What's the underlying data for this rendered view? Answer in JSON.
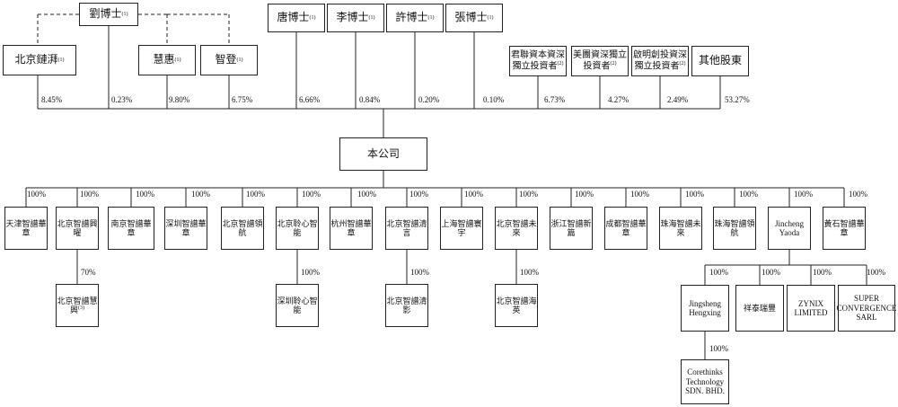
{
  "shareholders_top": [
    {
      "name": "劉博士",
      "note": "(1)"
    },
    {
      "name": "唐博士",
      "note": "(1)"
    },
    {
      "name": "李博士",
      "note": "(1)"
    },
    {
      "name": "許博士",
      "note": "(1)"
    },
    {
      "name": "張博士",
      "note": "(1)"
    }
  ],
  "shareholders_mid": [
    {
      "name": "北京鏈湃",
      "note": "(1)"
    },
    {
      "name": "慧惠",
      "note": "(1)"
    },
    {
      "name": "智登",
      "note": "(1)"
    },
    {
      "name": "君聯資本資深獨立投資者",
      "note": "(2)"
    },
    {
      "name": "美團資深獨立投資者",
      "note": "(2)"
    },
    {
      "name": "啟明創投資深獨立投資者",
      "note": "(2)"
    },
    {
      "name": "其他股東",
      "note": ""
    }
  ],
  "holder_pcts": [
    "8.45%",
    "0.23%",
    "9.80%",
    "6.75%",
    "6.66%",
    "0.84%",
    "0.20%",
    "0.10%",
    "6.73%",
    "4.27%",
    "2.49%",
    "53.27%"
  ],
  "company": "本公司",
  "subsidiaries": [
    {
      "name": "天津智譜華章",
      "pct": "100%"
    },
    {
      "name": "北京智譜興曜",
      "pct": "100%"
    },
    {
      "name": "南京智譜華章",
      "pct": "100%"
    },
    {
      "name": "深圳智譜華章",
      "pct": "100%"
    },
    {
      "name": "北京智譜領航",
      "pct": "100%"
    },
    {
      "name": "北京聆心智能",
      "pct": "100%"
    },
    {
      "name": "杭州智譜華章",
      "pct": "100%"
    },
    {
      "name": "北京智譜清言",
      "pct": "100%"
    },
    {
      "name": "上海智譜寰宇",
      "pct": "100%"
    },
    {
      "name": "北京智譜未來",
      "pct": "100%"
    },
    {
      "name": "浙江智譜新篇",
      "pct": "100%"
    },
    {
      "name": "成都智譜華章",
      "pct": "100%"
    },
    {
      "name": "珠海智譜未來",
      "pct": "100%"
    },
    {
      "name": "珠海智譜領航",
      "pct": "100%"
    },
    {
      "name": "Jincheng Yaoda",
      "pct": "100%"
    },
    {
      "name": "黃石智譜華章",
      "pct": "100%"
    }
  ],
  "second_tier": [
    {
      "name": "北京智譜慧興",
      "note": "(3)",
      "pct": "70%"
    },
    {
      "name": "深圳聆心智能",
      "note": "",
      "pct": "100%"
    },
    {
      "name": "北京智譜清影",
      "note": "",
      "pct": "100%"
    },
    {
      "name": "北京智譜海英",
      "note": "",
      "pct": "100%"
    }
  ],
  "jincheng_subs": [
    {
      "name": "Jingsheng Hengxing",
      "pct": "100%"
    },
    {
      "name": "祥泰瑞豐",
      "pct": "100%"
    },
    {
      "name": "ZYNIX LIMITED",
      "pct": "100%"
    },
    {
      "name": "SUPER CONVERGENCE SARL",
      "pct": "100%"
    }
  ],
  "corethinks": {
    "name": "Corethinks Technology SDN. BHD.",
    "pct": "100%"
  }
}
